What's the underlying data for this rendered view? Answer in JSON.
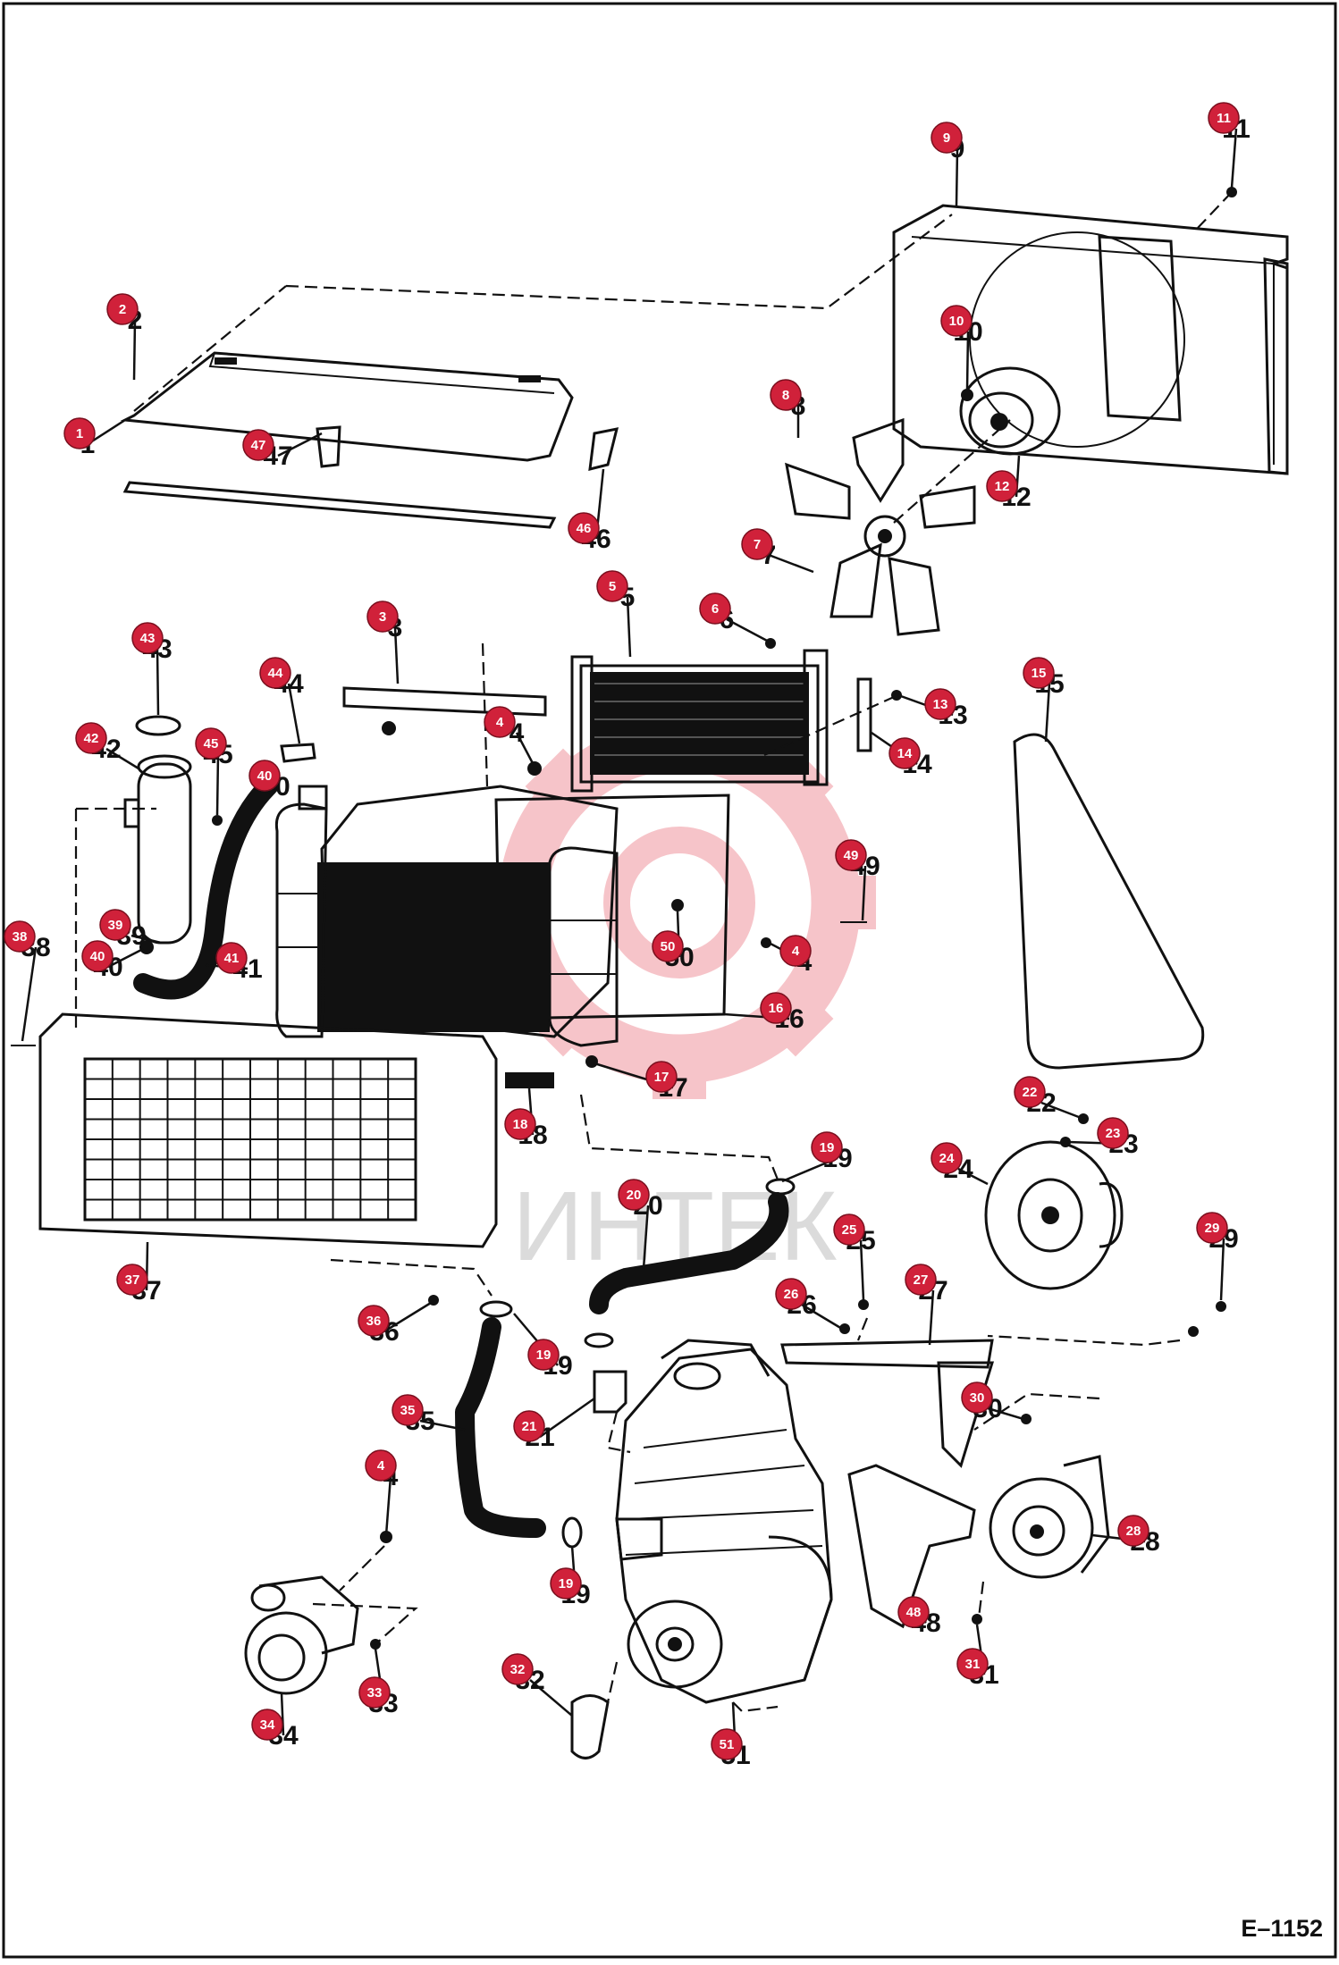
{
  "diagram": {
    "ref_code": "E–1152",
    "watermark": "ИНТЕК",
    "accent_color": "#d0213a",
    "callouts": [
      {
        "id": "c1",
        "label": "1"
      },
      {
        "id": "c2",
        "label": "2"
      },
      {
        "id": "c3",
        "label": "3"
      },
      {
        "id": "c4a",
        "label": "4"
      },
      {
        "id": "c4b",
        "label": "4"
      },
      {
        "id": "c4c",
        "label": "4"
      },
      {
        "id": "c5",
        "label": "5"
      },
      {
        "id": "c6",
        "label": "6"
      },
      {
        "id": "c7",
        "label": "7"
      },
      {
        "id": "c8",
        "label": "8"
      },
      {
        "id": "c9",
        "label": "9"
      },
      {
        "id": "c10",
        "label": "10"
      },
      {
        "id": "c11",
        "label": "11"
      },
      {
        "id": "c12",
        "label": "12"
      },
      {
        "id": "c13",
        "label": "13"
      },
      {
        "id": "c14",
        "label": "14"
      },
      {
        "id": "c15",
        "label": "15"
      },
      {
        "id": "c16",
        "label": "16"
      },
      {
        "id": "c17",
        "label": "17"
      },
      {
        "id": "c18",
        "label": "18"
      },
      {
        "id": "c19a",
        "label": "19"
      },
      {
        "id": "c19b",
        "label": "19"
      },
      {
        "id": "c19c",
        "label": "19"
      },
      {
        "id": "c20",
        "label": "20"
      },
      {
        "id": "c21",
        "label": "21"
      },
      {
        "id": "c22",
        "label": "22"
      },
      {
        "id": "c23",
        "label": "23"
      },
      {
        "id": "c24",
        "label": "24"
      },
      {
        "id": "c25",
        "label": "25"
      },
      {
        "id": "c26",
        "label": "26"
      },
      {
        "id": "c27",
        "label": "27"
      },
      {
        "id": "c28",
        "label": "28"
      },
      {
        "id": "c29",
        "label": "29"
      },
      {
        "id": "c30",
        "label": "30"
      },
      {
        "id": "c31",
        "label": "31"
      },
      {
        "id": "c32",
        "label": "32"
      },
      {
        "id": "c33",
        "label": "33"
      },
      {
        "id": "c34",
        "label": "34"
      },
      {
        "id": "c35",
        "label": "35"
      },
      {
        "id": "c36",
        "label": "36"
      },
      {
        "id": "c37",
        "label": "37"
      },
      {
        "id": "c38",
        "label": "38"
      },
      {
        "id": "c39",
        "label": "39"
      },
      {
        "id": "c40a",
        "label": "40"
      },
      {
        "id": "c40b",
        "label": "40"
      },
      {
        "id": "c41",
        "label": "41"
      },
      {
        "id": "c42",
        "label": "42"
      },
      {
        "id": "c43",
        "label": "43"
      },
      {
        "id": "c44",
        "label": "44"
      },
      {
        "id": "c45",
        "label": "45"
      },
      {
        "id": "c46",
        "label": "46"
      },
      {
        "id": "c47",
        "label": "47"
      },
      {
        "id": "c48",
        "label": "48"
      },
      {
        "id": "c49",
        "label": "49"
      },
      {
        "id": "c50",
        "label": "50"
      },
      {
        "id": "c51",
        "label": "51"
      }
    ]
  }
}
